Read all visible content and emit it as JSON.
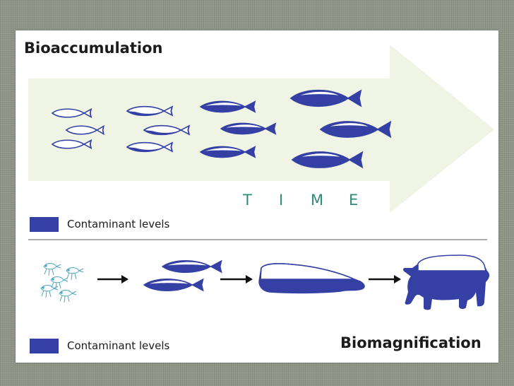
{
  "diagram": {
    "top_title": "Bioaccumulation",
    "bottom_title": "Biomagnification",
    "time_letters": [
      "T",
      "I",
      "M",
      "E"
    ],
    "legend_label_top": "Contaminant levels",
    "legend_label_bottom": "Contaminant levels"
  },
  "colors": {
    "contaminant": "#3440a3",
    "arrow_fill": "#f0f4e4",
    "time_text": "#2e8b78",
    "plankton": "#4aa8c0"
  },
  "icons": {
    "organisms": [
      "plankton-icon",
      "fish-icon",
      "seal-icon",
      "polar-bear-icon"
    ],
    "flow": "right-arrow-icon"
  }
}
